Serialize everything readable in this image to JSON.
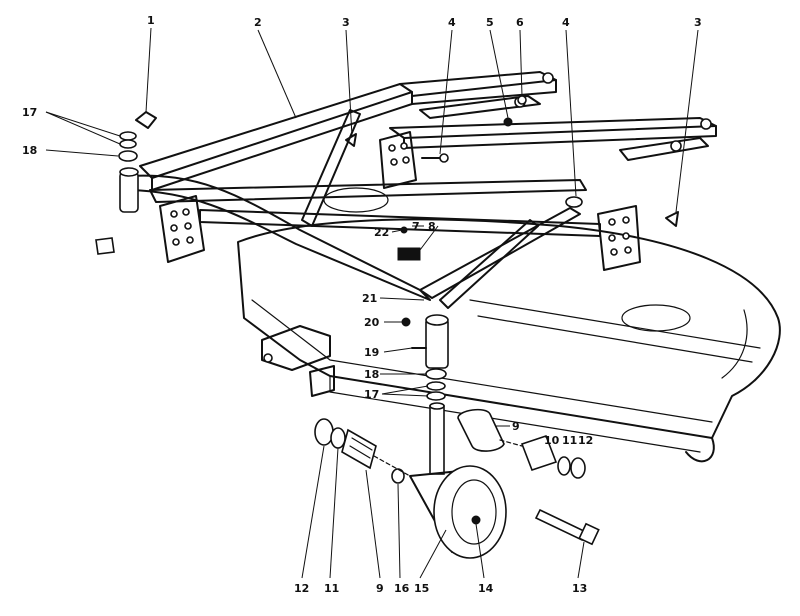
{
  "colors": {
    "ink": "#111111",
    "paper": "#ffffff"
  },
  "callouts": {
    "c1": "1",
    "c2": "2",
    "c3a": "3",
    "c3b": "3",
    "c4a": "4",
    "c4b": "4",
    "c5": "5",
    "c6": "6",
    "c7": "7",
    "c8": "8",
    "c9a": "9",
    "c9b": "9",
    "c10": "10",
    "c11a": "11",
    "c11b": "11",
    "c12a": "12",
    "c12b": "12",
    "c13": "13",
    "c14": "14",
    "c15": "15",
    "c16": "16",
    "c17a": "17",
    "c17b": "17",
    "c18a": "18",
    "c18b": "18",
    "c19": "19",
    "c20": "20",
    "c21": "21",
    "c22": "22"
  }
}
